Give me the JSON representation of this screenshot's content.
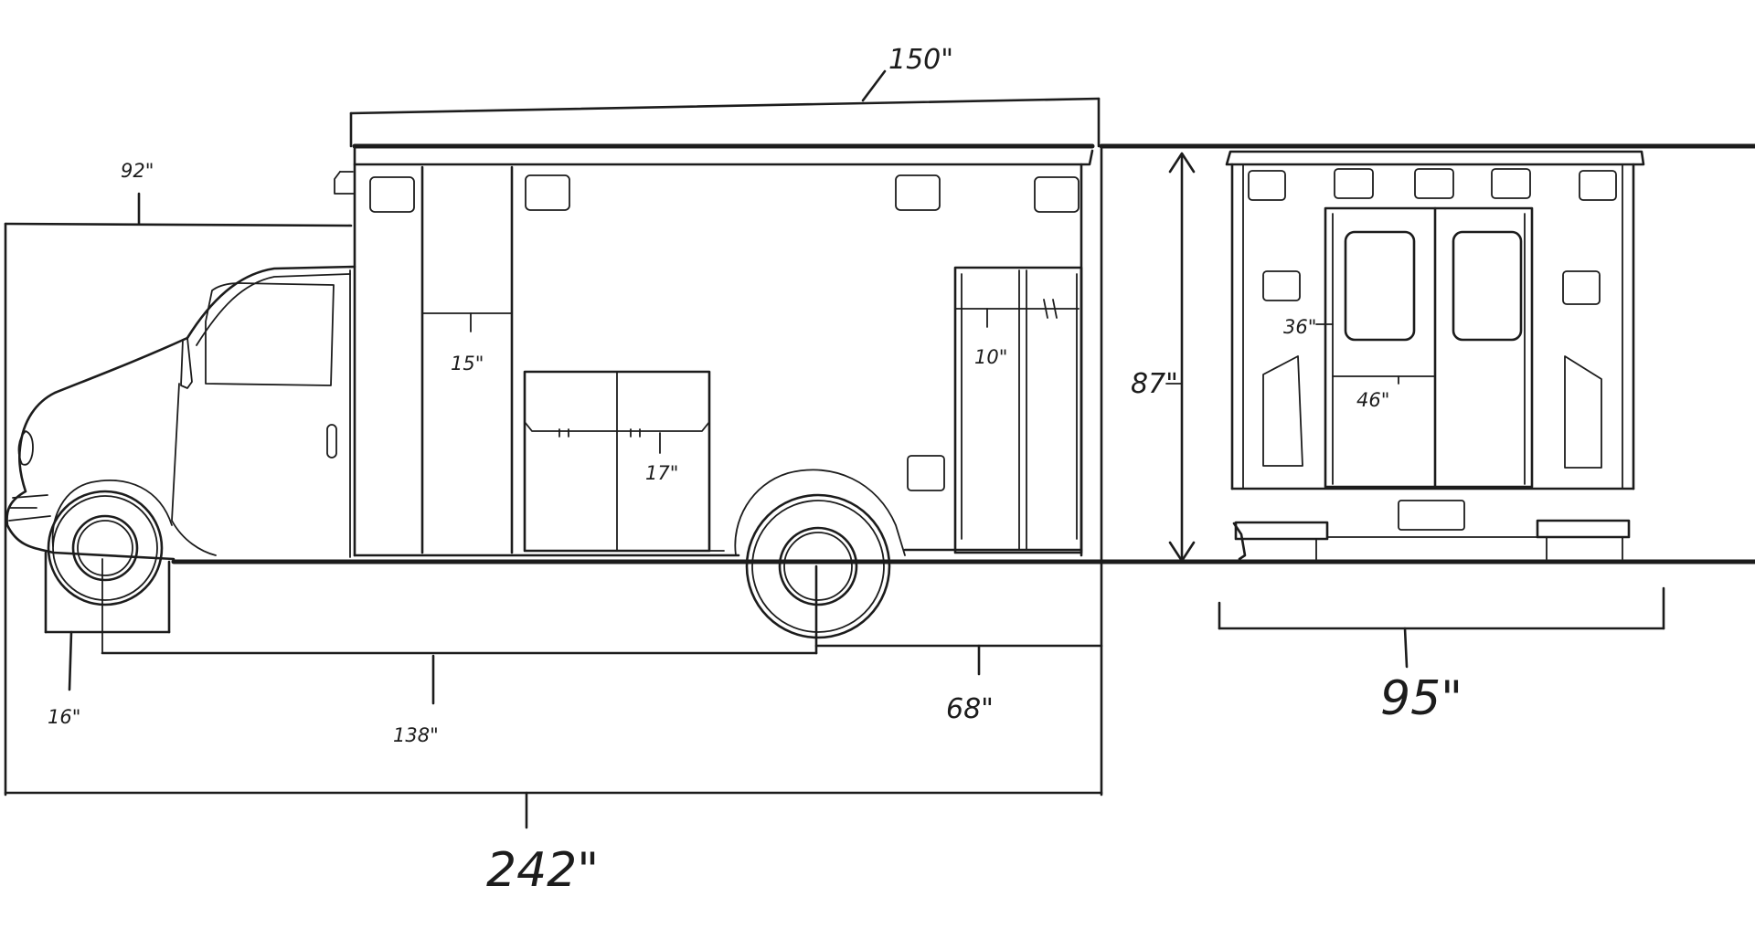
{
  "diagram": {
    "side_view": {
      "dimensions": {
        "box_length": "150\"",
        "cab_height": "92\"",
        "tire_width": "16\"",
        "wheelbase": "138\"",
        "rear_overhang": "68\"",
        "overall_length": "242\"",
        "cabinet_width": "15\"",
        "compartment_width": "17\"",
        "rear_compartment_width": "10\""
      }
    },
    "rear_view": {
      "dimensions": {
        "body_height": "87\"",
        "overall_width": "95\"",
        "door_window_width": "36\"",
        "door_width": "46\""
      }
    }
  }
}
